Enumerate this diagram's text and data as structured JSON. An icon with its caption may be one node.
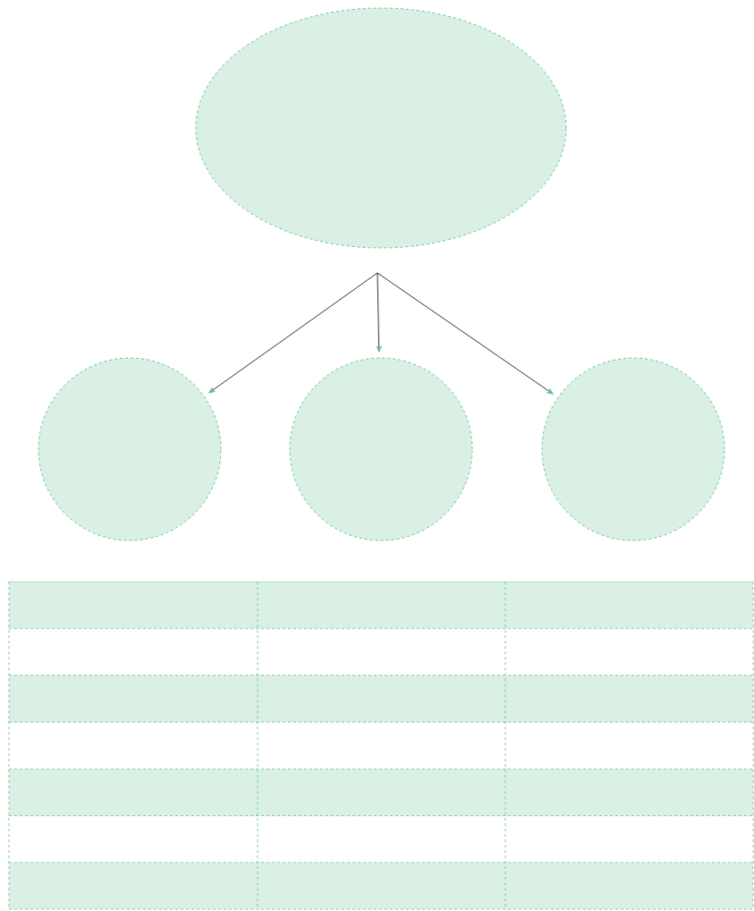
{
  "diagram": {
    "nodes": [
      {
        "text": [],
        "shape": "ellipse"
      },
      {
        "text": [],
        "shape": "circle"
      },
      {
        "text": [],
        "shape": "circle"
      },
      {
        "text": [],
        "shape": "circle"
      }
    ],
    "edges": [
      {
        "from": null,
        "to": 1,
        "arrow": "to"
      },
      {
        "from": null,
        "to": 2,
        "arrow": "to"
      },
      {
        "from": null,
        "to": 3,
        "arrow": "to"
      }
    ]
  }
}
